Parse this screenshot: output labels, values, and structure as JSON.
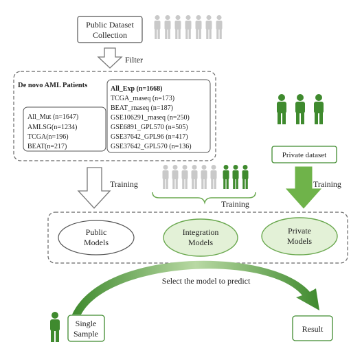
{
  "top": {
    "line1": "Public Dataset",
    "line2": "Collection"
  },
  "filter_label": "Filter",
  "denovo": {
    "title": "De novo AML Patients",
    "mut": [
      "All_Mut  (n=1647)",
      "AMLSG(n=1234)",
      "TCGA(n=196)",
      "BEAT(n=217)"
    ],
    "exp": [
      "All_Exp  (n=1668)",
      "TCGA_rnaseq  (n=173)",
      "BEAT_rnaseq (n=187)",
      "GSE106291_rnaseq  (n=250)",
      "GSE6891_GPL570  (n=505)",
      "GSE37642_GPL96  (n=417)",
      "GSE37642_GPL570  (n=136)"
    ]
  },
  "private_dataset": "Private dataset",
  "training_left": "Training",
  "training_mid": "Training",
  "training_right": "Training",
  "models": {
    "public": [
      "Public",
      "Models"
    ],
    "integration": [
      "Integration",
      "Models"
    ],
    "private": [
      "Private",
      "Models"
    ]
  },
  "select_label": "Select the model to predict",
  "single_sample": [
    "Single",
    "Sample"
  ],
  "result": "Result",
  "colors": {
    "green_dark": "#3f8a2e",
    "green_fill": "#e3f1d7",
    "gray_person": "#c9c9c9",
    "dash": "#666666"
  }
}
